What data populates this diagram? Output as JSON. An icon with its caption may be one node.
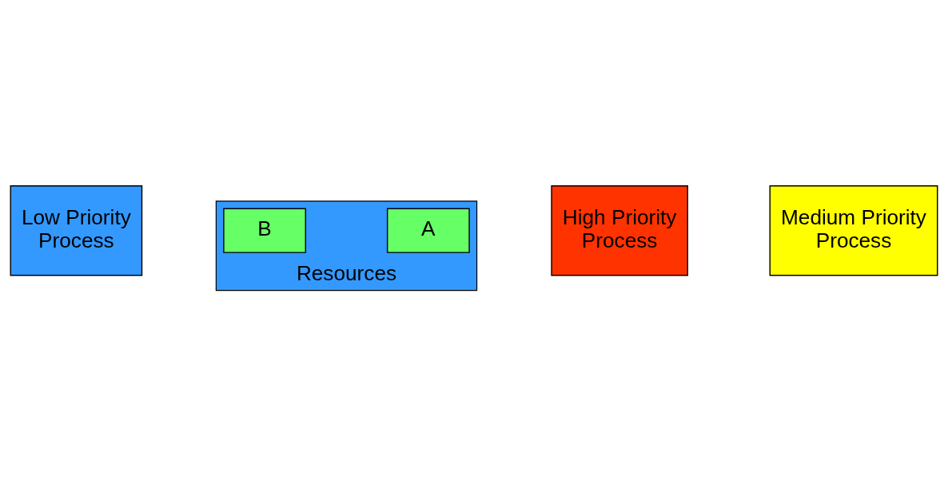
{
  "diagram": {
    "nodes": [
      {
        "text": [
          "Low Priority Process"
        ]
      },
      {
        "text": [
          "Resources"
        ]
      },
      {
        "text": [
          "A"
        ],
        "in": 1
      },
      {
        "text": [
          "B"
        ],
        "in": 1
      },
      {
        "text": [
          "High Priority Process"
        ]
      },
      {
        "text": [
          "Medium Priority Process"
        ]
      }
    ],
    "edges": []
  }
}
